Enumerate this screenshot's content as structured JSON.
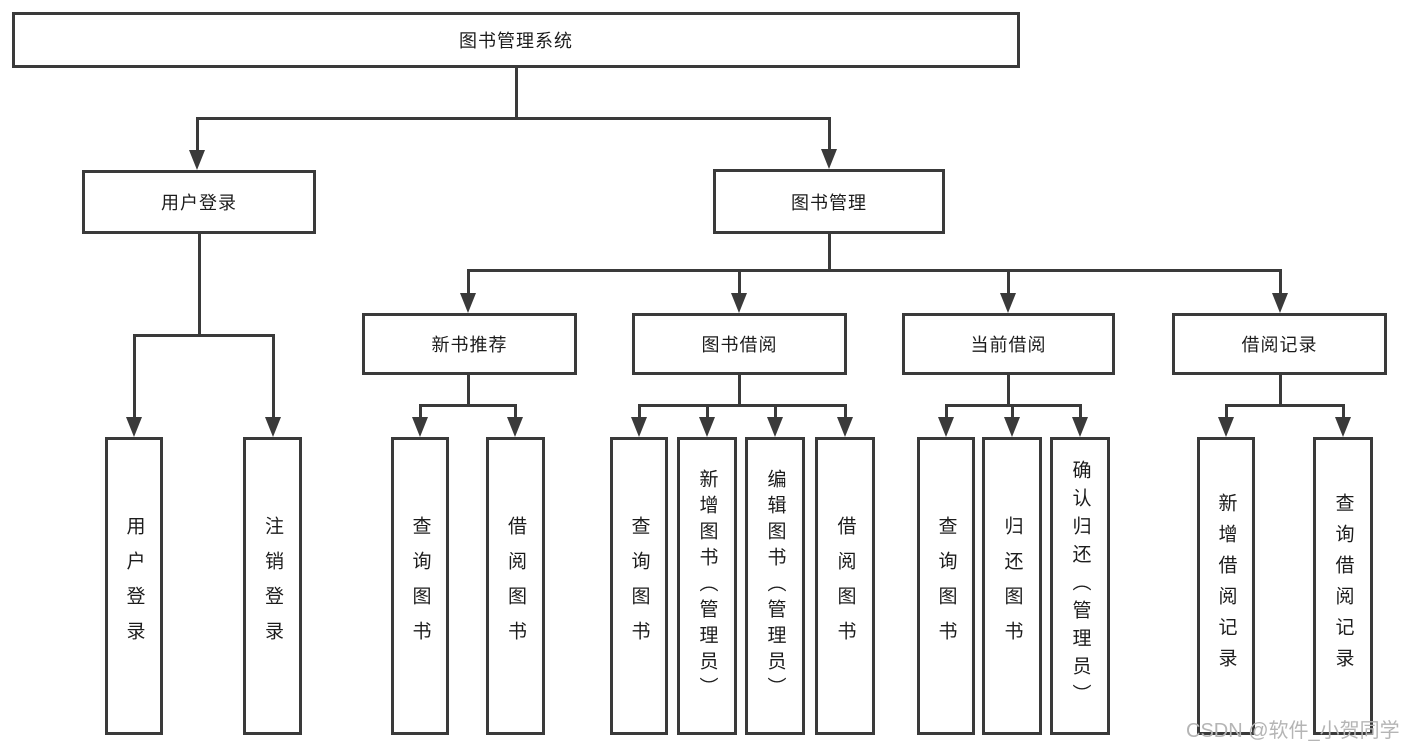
{
  "diagram_title": "图书管理系统",
  "tree": {
    "label": "图书管理系统",
    "children": [
      {
        "label": "用户登录",
        "children": [
          {
            "label": "用户登录"
          },
          {
            "label": "注销登录"
          }
        ]
      },
      {
        "label": "图书管理",
        "children": [
          {
            "label": "新书推荐",
            "children": [
              {
                "label": "查询图书"
              },
              {
                "label": "借阅图书"
              }
            ]
          },
          {
            "label": "图书借阅",
            "children": [
              {
                "label": "查询图书"
              },
              {
                "label": "新增图书（管理员）"
              },
              {
                "label": "编辑图书（管理员）"
              },
              {
                "label": "借阅图书"
              }
            ]
          },
          {
            "label": "当前借阅",
            "children": [
              {
                "label": "查询图书"
              },
              {
                "label": "归还图书"
              },
              {
                "label": "确认归还（管理员）"
              }
            ]
          },
          {
            "label": "借阅记录",
            "children": [
              {
                "label": "新增借阅记录"
              },
              {
                "label": "查询借阅记录"
              }
            ]
          }
        ]
      }
    ]
  },
  "watermark": {
    "text": "CSDN @软件_小贺同学"
  },
  "colors": {
    "line": "#3a3a3a",
    "text": "#1c1c1c",
    "watermark_text": "#b5b5b5",
    "background": "#ffffff"
  }
}
